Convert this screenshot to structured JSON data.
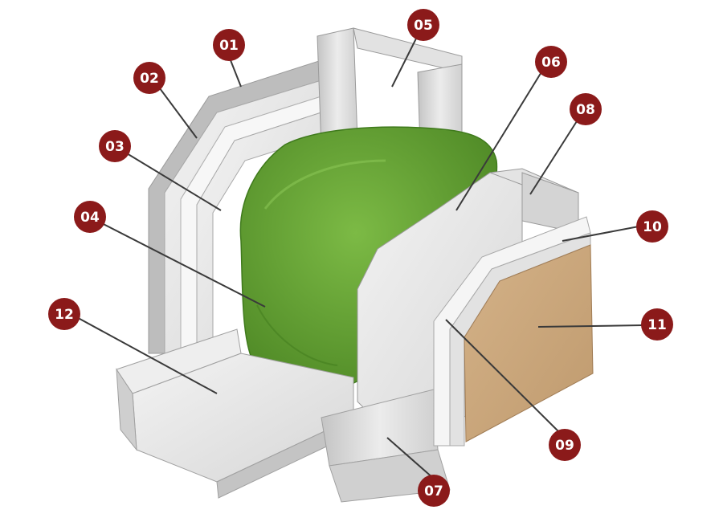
{
  "colors": {
    "badge": "#8b1a1a",
    "leader": "#3a3a3a",
    "insulation": "#6aa83a",
    "insulation_dark": "#4f8a26",
    "board": "#e9e9e9",
    "board_shadow": "#c8c8c8",
    "steel": "#d8d8d8",
    "finish": "#c9a57a",
    "finish_dark": "#b8916a"
  },
  "callouts": [
    {
      "id": "01",
      "label": "01"
    },
    {
      "id": "02",
      "label": "02"
    },
    {
      "id": "03",
      "label": "03"
    },
    {
      "id": "04",
      "label": "04"
    },
    {
      "id": "05",
      "label": "05"
    },
    {
      "id": "06",
      "label": "06"
    },
    {
      "id": "07",
      "label": "07"
    },
    {
      "id": "08",
      "label": "08"
    },
    {
      "id": "09",
      "label": "09"
    },
    {
      "id": "10",
      "label": "10"
    },
    {
      "id": "11",
      "label": "11"
    },
    {
      "id": "12",
      "label": "12"
    }
  ]
}
